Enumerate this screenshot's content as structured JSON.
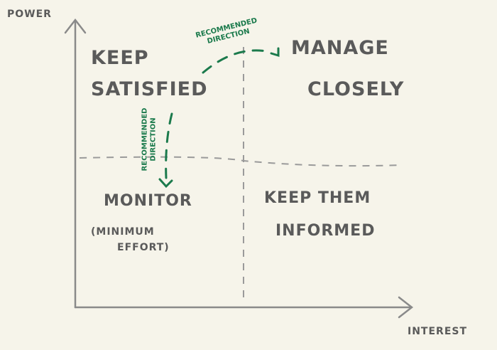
{
  "axes": {
    "y_label": "POWER",
    "x_label": "INTEREST"
  },
  "quadrants": {
    "top_left": {
      "line1": "KEEP",
      "line2": "SATISFIED"
    },
    "top_right": {
      "line1": "MANAGE",
      "line2": "CLOSELY"
    },
    "bottom_left": {
      "line1": "MONITOR",
      "note1": "(MINIMUM",
      "note2": "EFFORT)"
    },
    "bottom_right": {
      "line1": "KEEP THEM",
      "line2": "INFORMED"
    }
  },
  "annotations": {
    "top": {
      "line1": "RECOMMENDED",
      "line2": "DIRECTION"
    },
    "left": {
      "line1": "RECOMMENDED",
      "line2": "DIRECTION"
    }
  },
  "colors": {
    "ink": "#5a5a5a",
    "accent": "#1b7a4c",
    "background": "#f6f4ea"
  }
}
